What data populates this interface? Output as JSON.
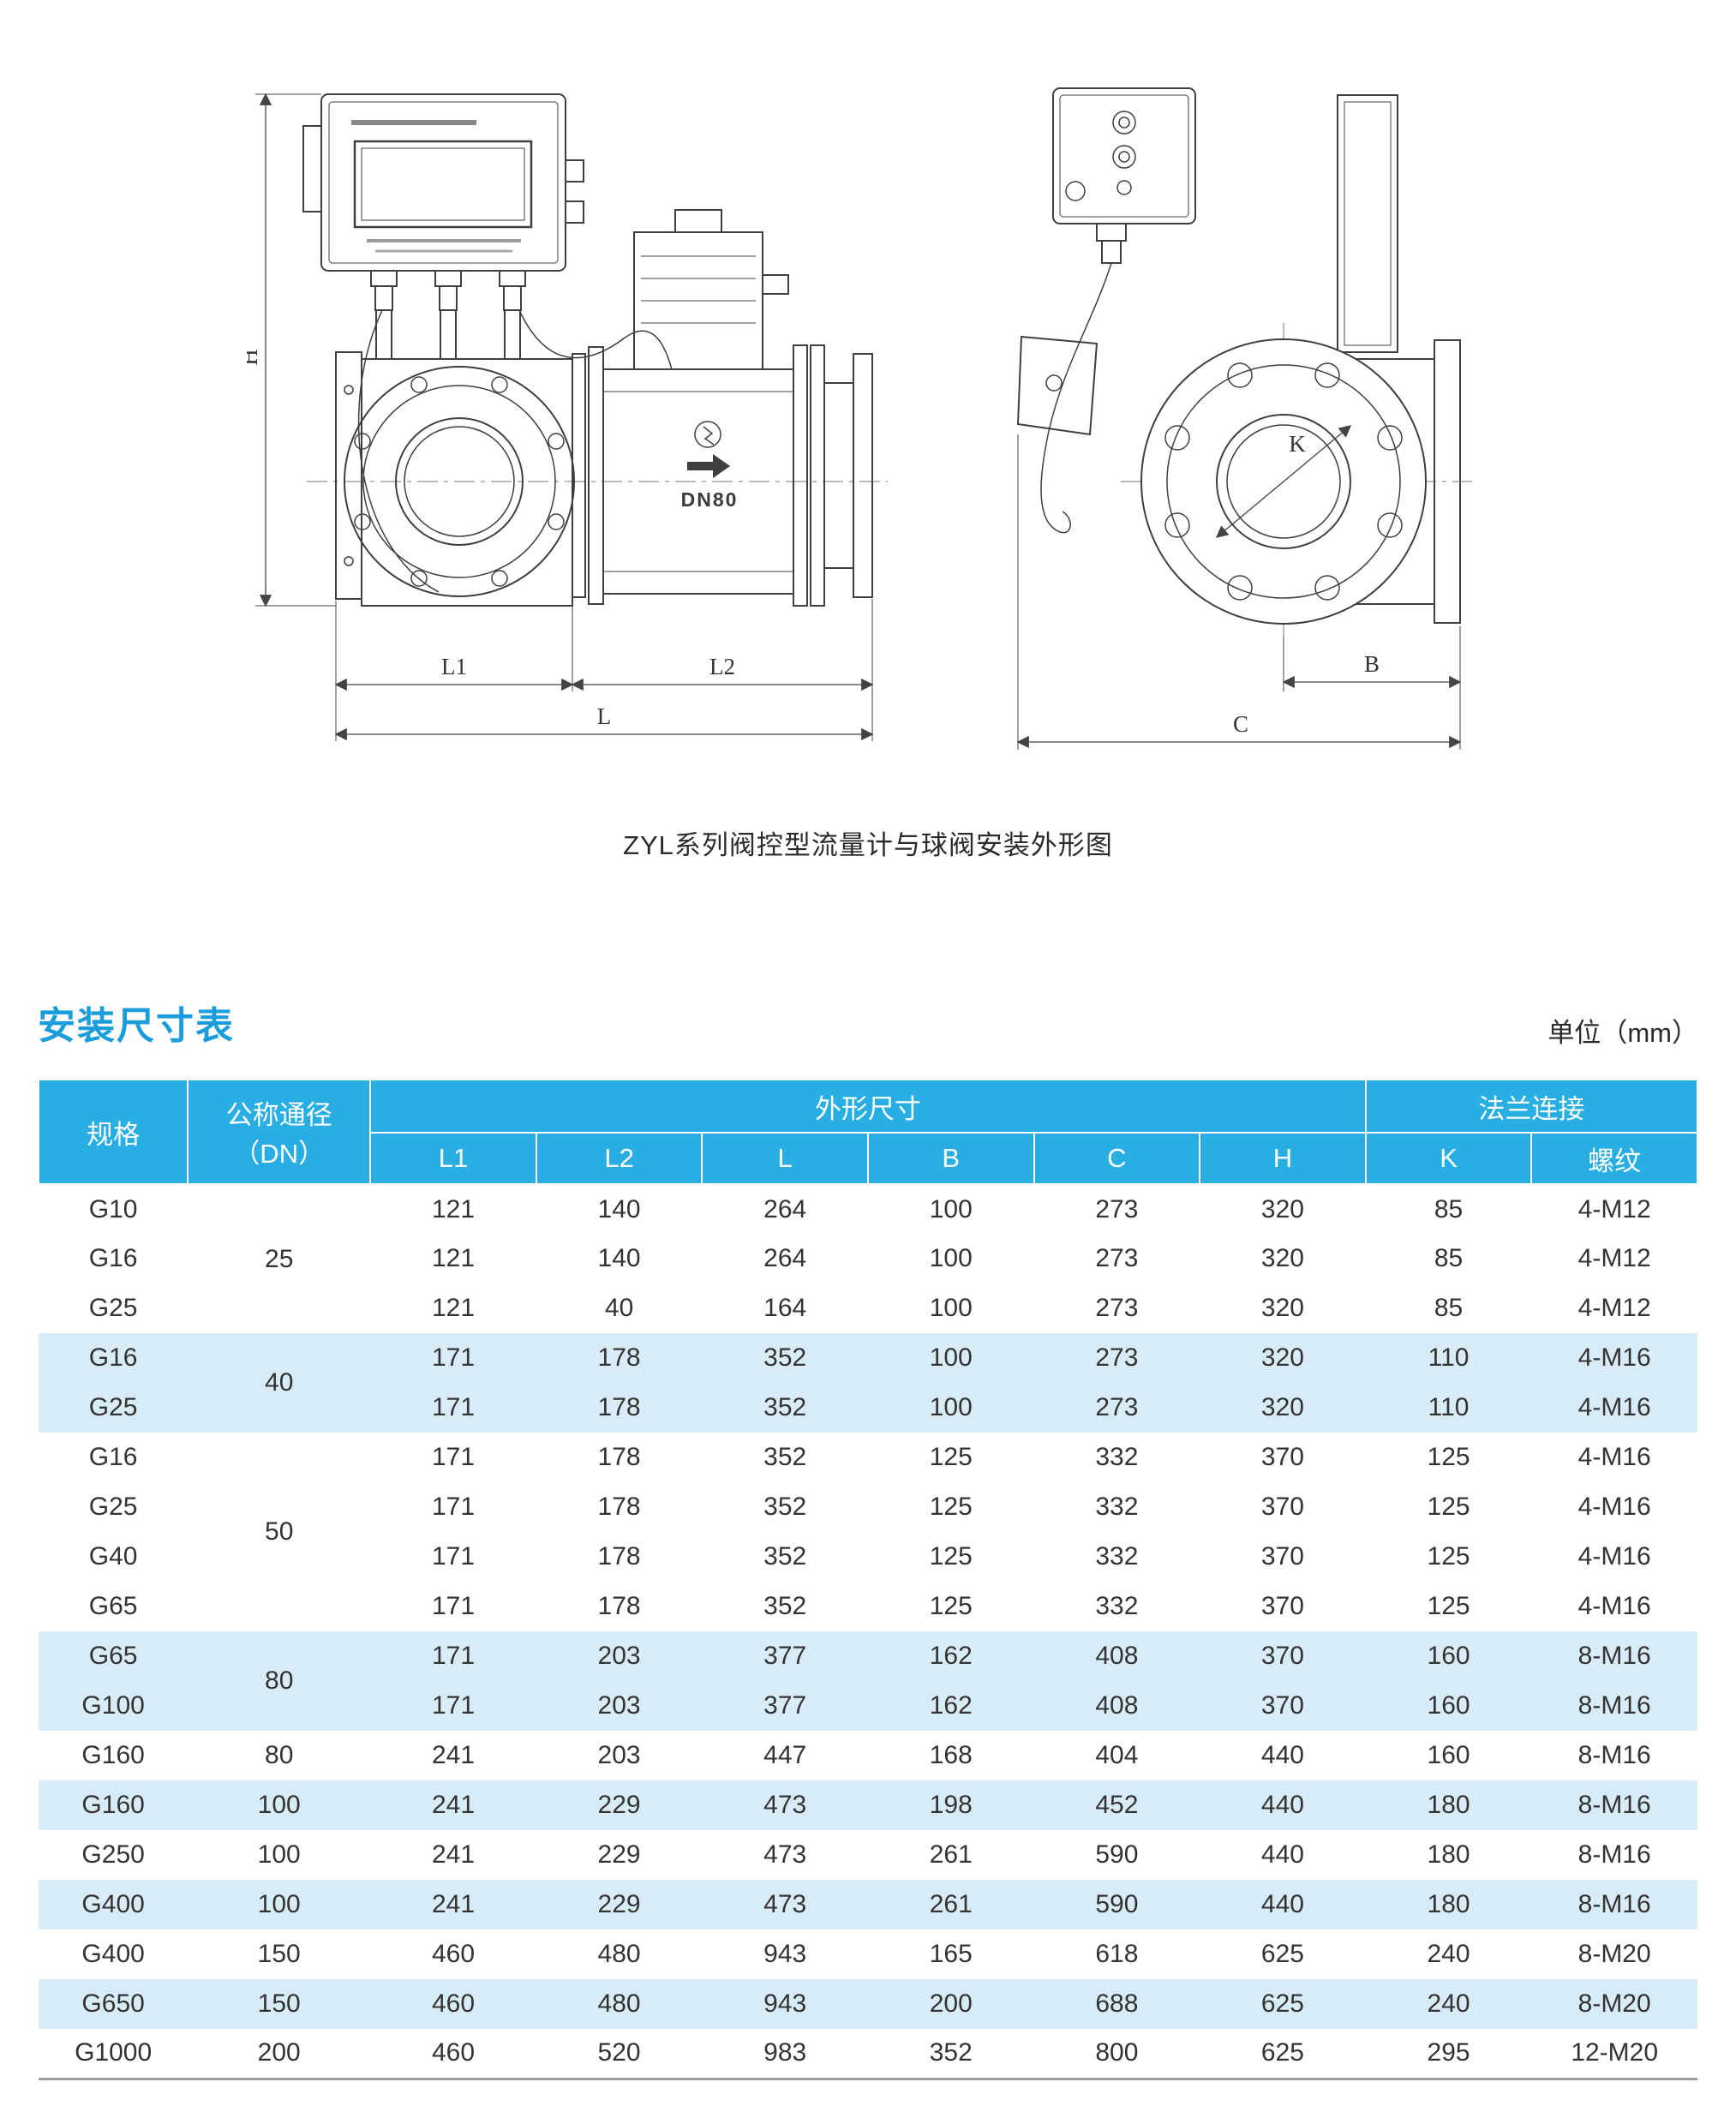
{
  "page": {
    "caption": "ZYL系列阀控型流量计与球阀安装外形图",
    "section_title": "安装尺寸表",
    "unit_label": "单位（mm）"
  },
  "drawing": {
    "labels": {
      "h": "H",
      "l1": "L1",
      "l2": "L2",
      "l": "L",
      "b": "B",
      "c": "C",
      "k": "K",
      "dn": "DN80"
    }
  },
  "table": {
    "header": {
      "spec": "规格",
      "dn_line1": "公称通径",
      "dn_line2": "（DN）",
      "dims_group": "外形尺寸",
      "flange_group": "法兰连接",
      "dim_cols": [
        "L1",
        "L2",
        "L",
        "B",
        "C",
        "H"
      ],
      "flange_cols": [
        "K",
        "螺纹"
      ]
    },
    "groups": [
      {
        "dn": "25",
        "rows": [
          [
            "G10",
            "121",
            "140",
            "264",
            "100",
            "273",
            "320",
            "85",
            "4-M12"
          ],
          [
            "G16",
            "121",
            "140",
            "264",
            "100",
            "273",
            "320",
            "85",
            "4-M12"
          ],
          [
            "G25",
            "121",
            "40",
            "164",
            "100",
            "273",
            "320",
            "85",
            "4-M12"
          ]
        ]
      },
      {
        "dn": "40",
        "rows": [
          [
            "G16",
            "171",
            "178",
            "352",
            "100",
            "273",
            "320",
            "110",
            "4-M16"
          ],
          [
            "G25",
            "171",
            "178",
            "352",
            "100",
            "273",
            "320",
            "110",
            "4-M16"
          ]
        ]
      },
      {
        "dn": "50",
        "rows": [
          [
            "G16",
            "171",
            "178",
            "352",
            "125",
            "332",
            "370",
            "125",
            "4-M16"
          ],
          [
            "G25",
            "171",
            "178",
            "352",
            "125",
            "332",
            "370",
            "125",
            "4-M16"
          ],
          [
            "G40",
            "171",
            "178",
            "352",
            "125",
            "332",
            "370",
            "125",
            "4-M16"
          ],
          [
            "G65",
            "171",
            "178",
            "352",
            "125",
            "332",
            "370",
            "125",
            "4-M16"
          ]
        ]
      },
      {
        "dn": "80",
        "rows": [
          [
            "G65",
            "171",
            "203",
            "377",
            "162",
            "408",
            "370",
            "160",
            "8-M16"
          ],
          [
            "G100",
            "171",
            "203",
            "377",
            "162",
            "408",
            "370",
            "160",
            "8-M16"
          ]
        ]
      },
      {
        "dn": "80",
        "rows": [
          [
            "G160",
            "241",
            "203",
            "447",
            "168",
            "404",
            "440",
            "160",
            "8-M16"
          ]
        ]
      },
      {
        "dn": "100",
        "rows": [
          [
            "G160",
            "241",
            "229",
            "473",
            "198",
            "452",
            "440",
            "180",
            "8-M16"
          ]
        ]
      },
      {
        "dn": "100",
        "rows": [
          [
            "G250",
            "241",
            "229",
            "473",
            "261",
            "590",
            "440",
            "180",
            "8-M16"
          ]
        ]
      },
      {
        "dn": "100",
        "rows": [
          [
            "G400",
            "241",
            "229",
            "473",
            "261",
            "590",
            "440",
            "180",
            "8-M16"
          ]
        ]
      },
      {
        "dn": "150",
        "rows": [
          [
            "G400",
            "460",
            "480",
            "943",
            "165",
            "618",
            "625",
            "240",
            "8-M20"
          ]
        ]
      },
      {
        "dn": "150",
        "rows": [
          [
            "G650",
            "460",
            "480",
            "943",
            "200",
            "688",
            "625",
            "240",
            "8-M20"
          ]
        ]
      },
      {
        "dn": "200",
        "rows": [
          [
            "G1000",
            "460",
            "520",
            "983",
            "352",
            "800",
            "625",
            "295",
            "12-M20"
          ]
        ]
      }
    ]
  },
  "colors": {
    "header_bg": "#29aee4",
    "stripe_bg": "#d8ecf7",
    "title_blue": "#1b9ddc"
  }
}
